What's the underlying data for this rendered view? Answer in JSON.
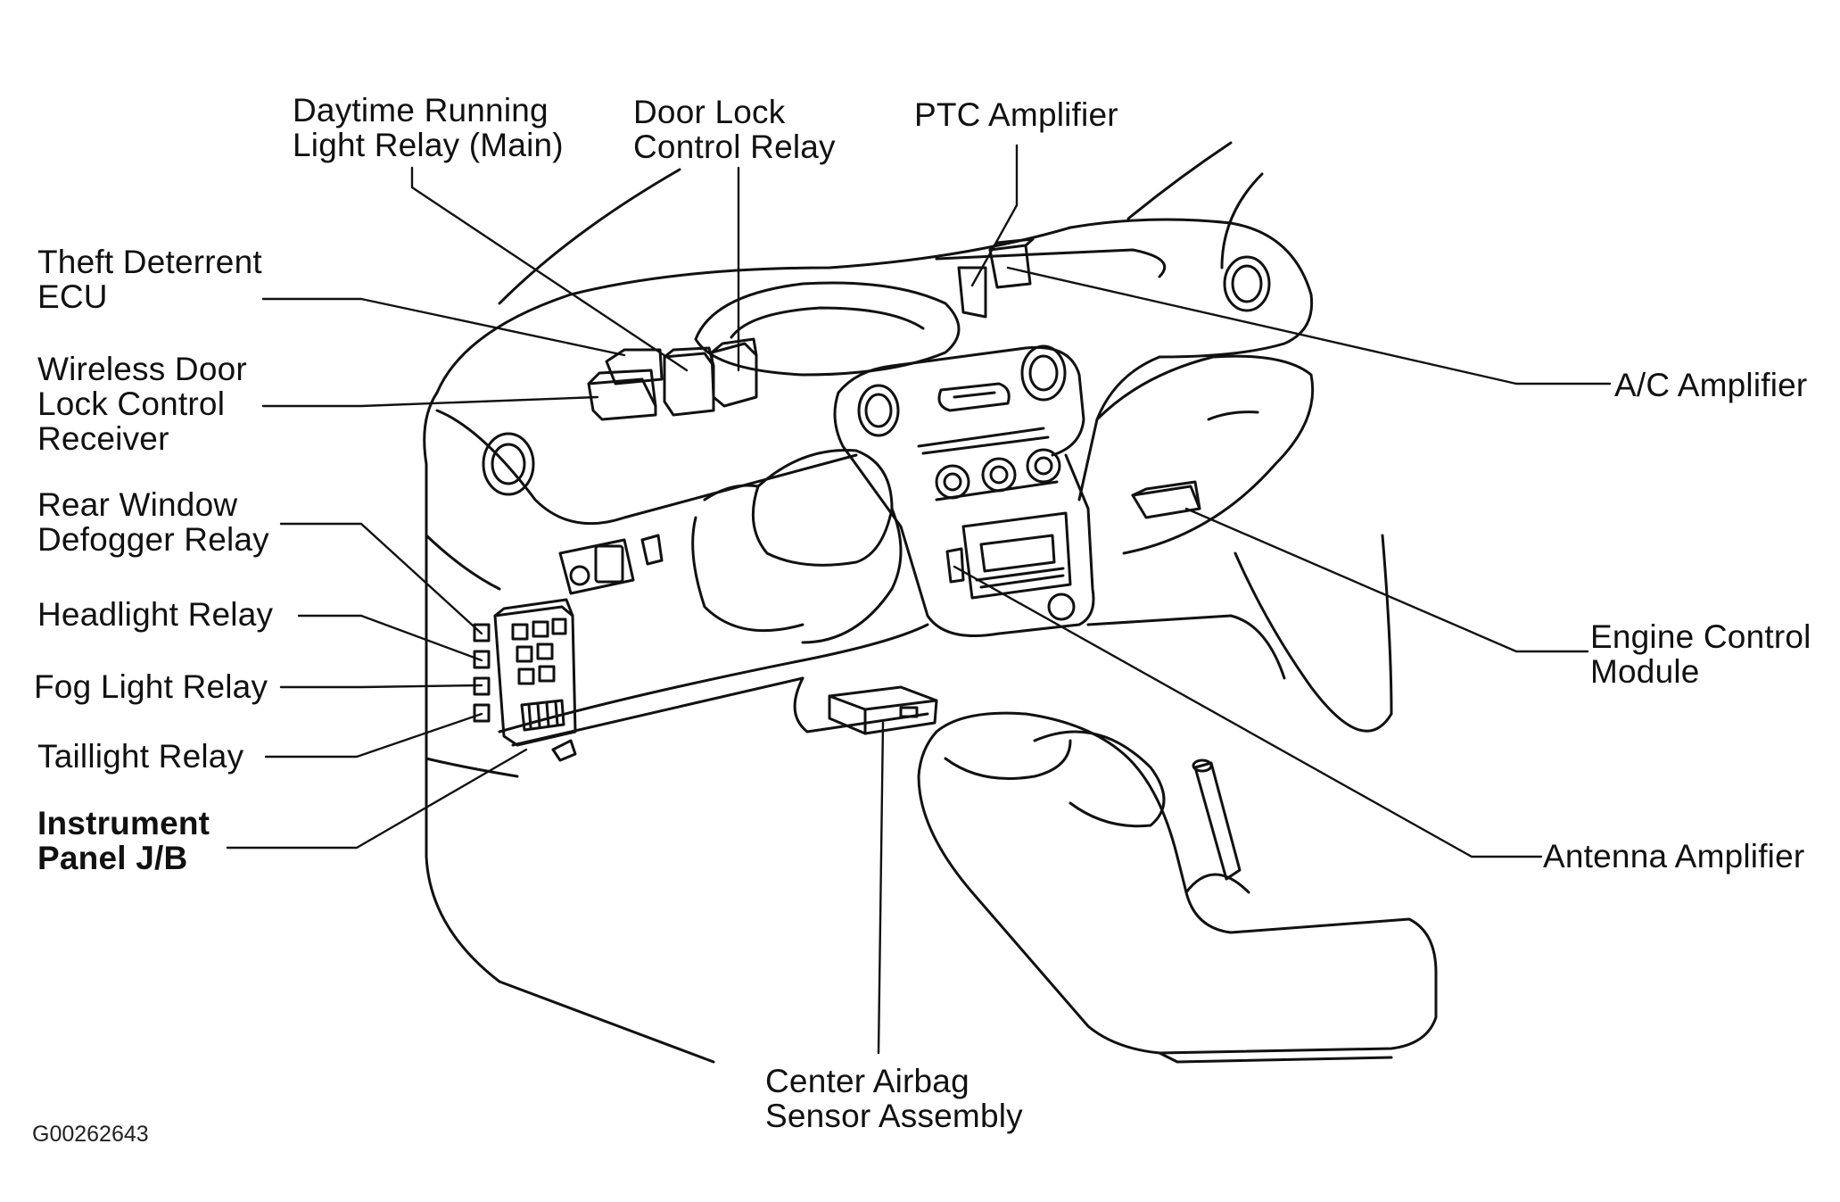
{
  "labels": {
    "daytime_running_light_relay": {
      "line1": "Daytime Running",
      "line2": "Light Relay (Main)"
    },
    "door_lock_control_relay": {
      "line1": "Door Lock",
      "line2": "Control Relay"
    },
    "ptc_amplifier": {
      "line1": "PTC Amplifier"
    },
    "theft_deterrent_ecu": {
      "line1": "Theft Deterrent",
      "line2": "ECU"
    },
    "wireless_door_lock_receiver": {
      "line1": "Wireless Door",
      "line2": "Lock Control",
      "line3": "Receiver"
    },
    "rear_window_defogger_relay": {
      "line1": "Rear Window",
      "line2": "Defogger Relay"
    },
    "headlight_relay": {
      "line1": "Headlight Relay"
    },
    "fog_light_relay": {
      "line1": "Fog Light Relay"
    },
    "taillight_relay": {
      "line1": "Taillight Relay"
    },
    "instrument_panel_jb": {
      "line1": "Instrument",
      "line2": "Panel J/B"
    },
    "ac_amplifier": {
      "line1": "A/C Amplifier"
    },
    "engine_control_module": {
      "line1": "Engine Control",
      "line2": "Module"
    },
    "antenna_amplifier": {
      "line1": "Antenna Amplifier"
    },
    "center_airbag_sensor": {
      "line1": "Center Airbag",
      "line2": "Sensor Assembly"
    }
  },
  "figure_code": "G00262643"
}
